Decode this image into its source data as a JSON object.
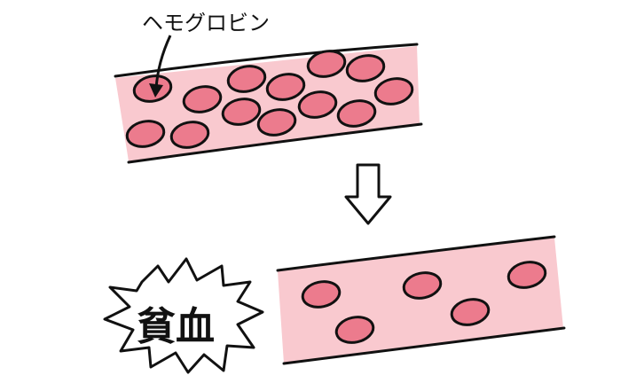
{
  "labels": {
    "hemoglobin": "ヘモグロビン",
    "anemia": "貧血"
  },
  "colors": {
    "vessel": "#f9c9cf",
    "cell": "#ec7b8d",
    "outline": "#111111"
  },
  "counts": {
    "normal_cells": 13,
    "anemic_cells": 5
  }
}
